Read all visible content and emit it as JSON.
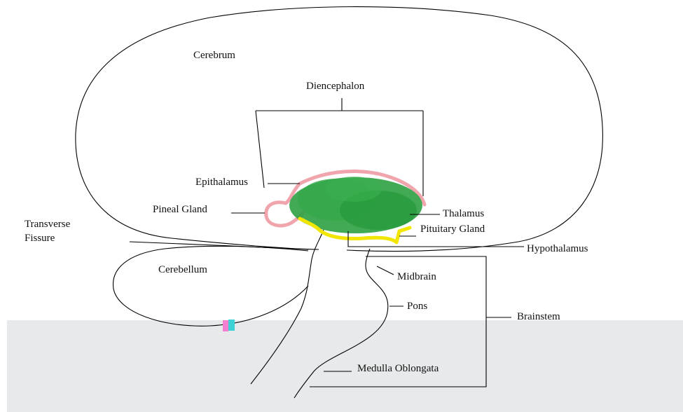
{
  "labels": {
    "cerebrum": "Cerebrum",
    "diencephalon": "Diencephalon",
    "epithalamus": "Epithalamus",
    "pineal_gland": "Pineal Gland",
    "transverse_fissure_1": "Transverse",
    "transverse_fissure_2": "Fissure",
    "thalamus": "Thalamus",
    "pituitary_gland": "Pituitary Gland",
    "hypothalamus": "Hypothalamus",
    "cerebellum": "Cerebellum",
    "midbrain": "Midbrain",
    "pons": "Pons",
    "brainstem": "Brainstem",
    "medulla_oblongata": "Medulla Oblongata"
  },
  "colors": {
    "thalamus_fill": "#2ea043",
    "epithalamus_outline": "#f0a5ad",
    "hypothalamus_outline": "#f2e600",
    "background_band": "#e8e9ea"
  }
}
